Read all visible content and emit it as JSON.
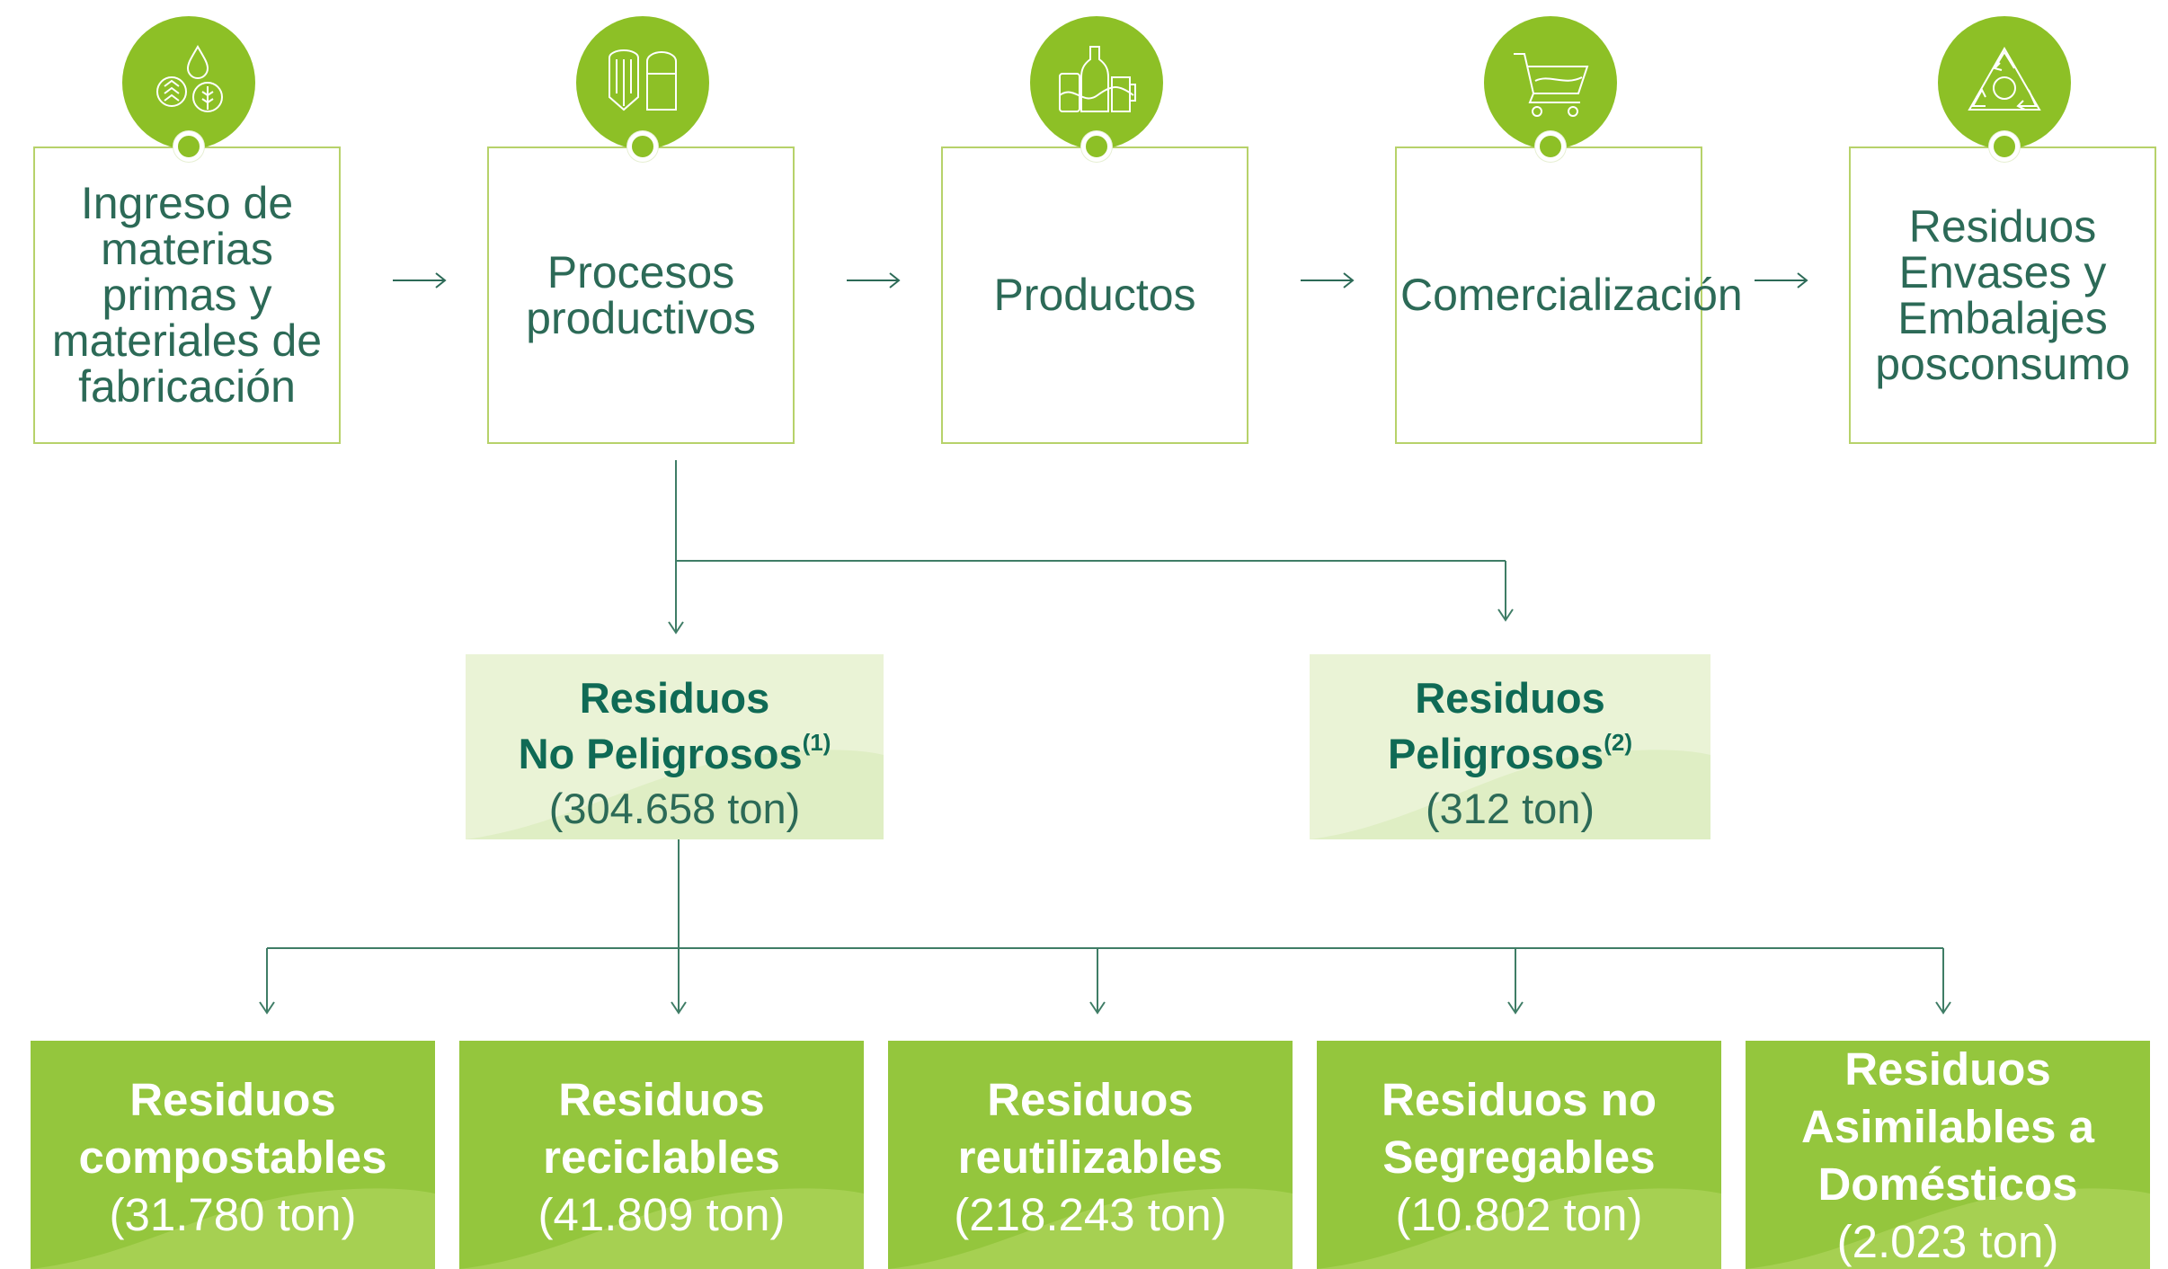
{
  "stages": [
    {
      "label": "Ingreso de\nmaterias\nprimas y\nmateriales de\nfabricación",
      "icon": "raw-materials-icon"
    },
    {
      "label": "Procesos\nproductivos",
      "icon": "production-tanks-icon"
    },
    {
      "label": "Productos",
      "icon": "bottles-can-icon"
    },
    {
      "label": "Comercialización",
      "icon": "shopping-cart-icon"
    },
    {
      "label": "Residuos\nEnvases y\nEmbalajes\nposconsumo",
      "icon": "recycle-triangle-icon"
    }
  ],
  "categories": {
    "no_peligrosos": {
      "title_line1": "Residuos",
      "title_line2": "No Peligrosos",
      "note": "(1)",
      "amount": "(304.658 ton)"
    },
    "peligrosos": {
      "title_line1": "Residuos",
      "title_line2": "Peligrosos",
      "note": "(2)",
      "amount": "(312 ton)"
    }
  },
  "results": [
    {
      "title": "Residuos\ncompostables",
      "amount": "(31.780 ton)"
    },
    {
      "title": "Residuos\nreciclables",
      "amount": "(41.809 ton)"
    },
    {
      "title": "Residuos\nreutilizables",
      "amount": "(218.243 ton)"
    },
    {
      "title": "Residuos no\nSegregables",
      "amount": "(10.802 ton)"
    },
    {
      "title": "Residuos\nAsimilables a\nDomésticos",
      "amount": "(2.023 ton)"
    }
  ],
  "colors": {
    "accent_green": "#8dc026",
    "result_green": "#94c63d",
    "pale_green": "#eaf3d6",
    "dark_teal": "#0f6a55",
    "text_teal": "#2c6a57",
    "line_green": "#3f7d66"
  }
}
